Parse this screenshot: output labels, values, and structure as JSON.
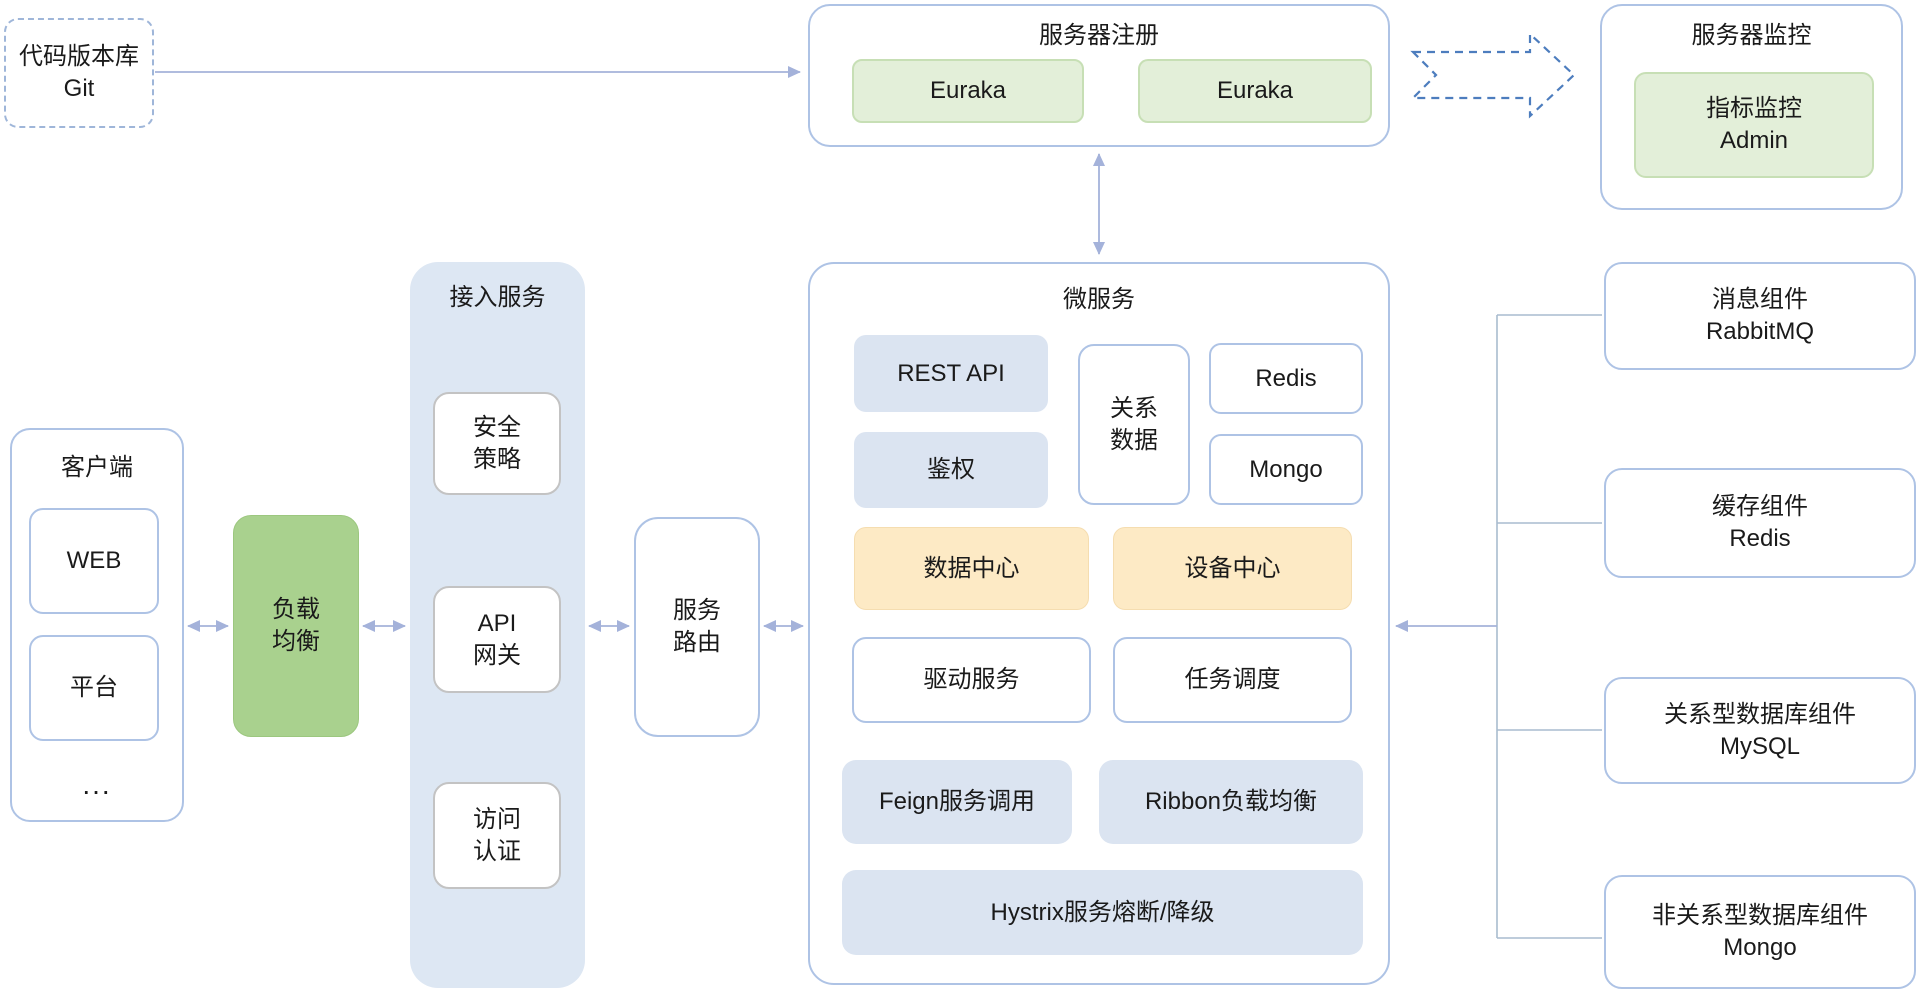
{
  "palette": {
    "blue_border": "#aec3e5",
    "gray_border": "#c3c3c3",
    "light_blue_fill": "#dbe4f1",
    "access_column_fill": "#dde7f3",
    "light_green_fill": "#e3efd9",
    "green_border": "#c7dfb5",
    "medium_green_fill": "#a9d18e",
    "cream_fill": "#fdeac5",
    "cream_border": "#f5ddb0",
    "arrow_blue": "#a4b2da",
    "arrow_gray": "#b3b3b3",
    "tree_line": "#a9bccf",
    "dashed_block_arrow": "#4d7dbe",
    "text": "#1a1a1a"
  },
  "nodes": {
    "git": {
      "label": "代码版本库\nGit"
    },
    "registry": {
      "title": "服务器注册",
      "servers": [
        "Euraka",
        "Euraka"
      ]
    },
    "monitor": {
      "title": "服务器监控",
      "item": "指标监控\nAdmin"
    },
    "client": {
      "title": "客户端",
      "items": [
        "WEB",
        "平台",
        "..."
      ]
    },
    "load_balancer": {
      "label": "负载\n均衡"
    },
    "access": {
      "title": "接入服务",
      "security": "安全\n策略",
      "gateway": "API\n网关",
      "auth": "访问\n认证"
    },
    "router": {
      "label": "服务\n路由"
    },
    "microservices": {
      "title": "微服务",
      "rest_api": "REST API",
      "authz": "鉴权",
      "relational_data": "关系\n数据",
      "redis": "Redis",
      "mongo": "Mongo",
      "data_center": "数据中心",
      "device_center": "设备中心",
      "driver_service": "驱动服务",
      "task_scheduler": "任务调度",
      "feign": "Feign服务调用",
      "ribbon": "Ribbon负载均衡",
      "hystrix": "Hystrix服务熔断/降级"
    },
    "components": [
      {
        "label": "消息组件\nRabbitMQ"
      },
      {
        "label": "缓存组件\nRedis"
      },
      {
        "label": "关系型数据库组件\nMySQL"
      },
      {
        "label": "非关系型数据库组件\nMongo"
      }
    ]
  }
}
